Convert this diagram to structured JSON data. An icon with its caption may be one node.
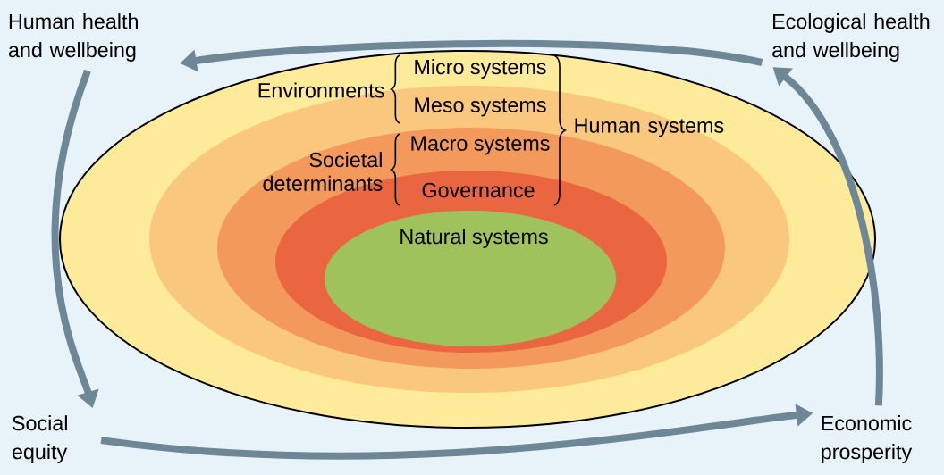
{
  "diagram": {
    "nodes": [
      {
        "text": [
          "Micro systems"
        ]
      },
      {
        "text": [
          "Meso systems"
        ],
        "in": 0
      },
      {
        "text": [
          "Macro systems"
        ],
        "in": 1
      },
      {
        "text": [
          "Governance"
        ],
        "in": 2
      },
      {
        "text": [
          "Natural systems"
        ],
        "in": 3
      },
      {
        "text": [
          "Human health and wellbeing"
        ]
      },
      {
        "text": [
          "Ecological health and wellbeing"
        ]
      },
      {
        "text": [
          "Social equity"
        ]
      },
      {
        "text": [
          "Economic prosperity"
        ]
      }
    ],
    "edges": [
      {
        "from": 6,
        "to": 5,
        "arrow": "to"
      },
      {
        "from": 5,
        "to": 7,
        "arrow": "to"
      },
      {
        "from": 7,
        "to": 8,
        "arrow": "to"
      },
      {
        "from": 8,
        "to": 6,
        "arrow": "to"
      }
    ],
    "labels": [
      "Environments",
      "Societal determinants",
      "Human systems"
    ]
  }
}
